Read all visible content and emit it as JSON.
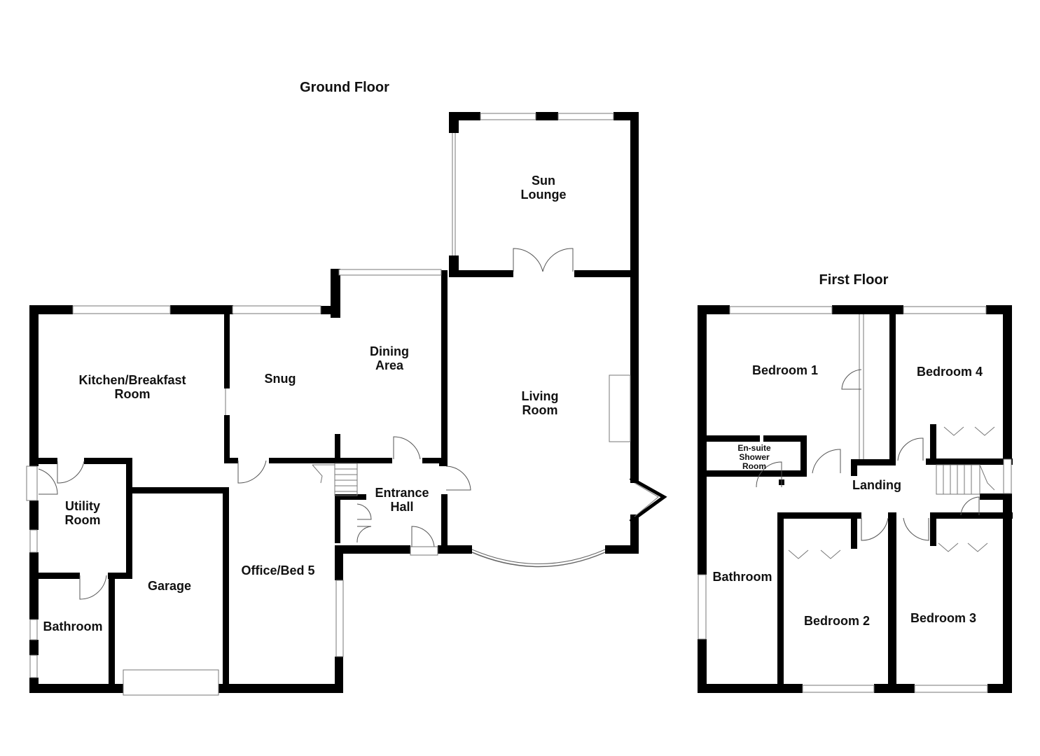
{
  "floors": {
    "ground": {
      "title": "Ground Floor",
      "rooms": {
        "sun_lounge": [
          "Sun",
          "Lounge"
        ],
        "kitchen": [
          "Kitchen/Breakfast",
          "Room"
        ],
        "snug": [
          "Snug"
        ],
        "dining": [
          "Dining",
          "Area"
        ],
        "living": [
          "Living",
          "Room"
        ],
        "utility": [
          "Utility",
          "Room"
        ],
        "entrance": [
          "Entrance",
          "Hall"
        ],
        "garage": [
          "Garage"
        ],
        "office": [
          "Office/Bed 5"
        ],
        "bathroom": [
          "Bathroom"
        ]
      }
    },
    "first": {
      "title": "First Floor",
      "rooms": {
        "bedroom1": [
          "Bedroom 1"
        ],
        "bedroom4": [
          "Bedroom 4"
        ],
        "ensuite": [
          "En-suite",
          "Shower",
          "Room"
        ],
        "landing": [
          "Landing"
        ],
        "bathroom": [
          "Bathroom"
        ],
        "bedroom2": [
          "Bedroom 2"
        ],
        "bedroom3": [
          "Bedroom 3"
        ]
      }
    }
  },
  "colors": {
    "wall": "#000000",
    "background": "#ffffff",
    "window": "#777777"
  }
}
